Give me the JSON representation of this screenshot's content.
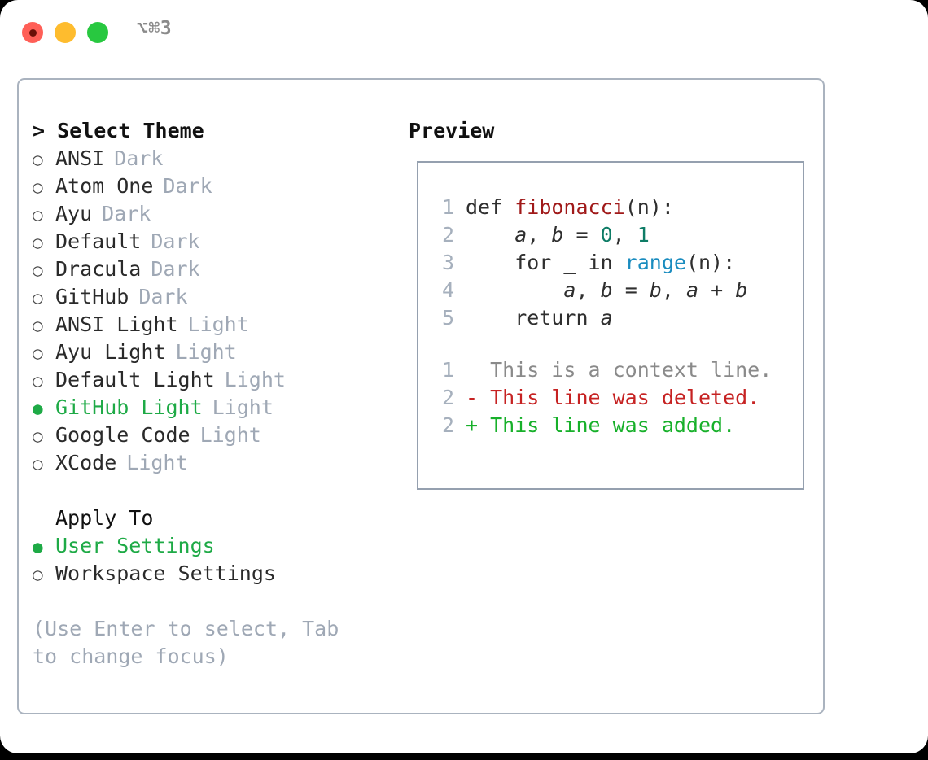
{
  "titlebar": {
    "shortcut": "⌥⌘3",
    "buttons": [
      {
        "name": "close",
        "color": "#ff5f57"
      },
      {
        "name": "minimize",
        "color": "#febc2e"
      },
      {
        "name": "maximize",
        "color": "#28c840"
      }
    ]
  },
  "theme_section": {
    "header": "> Select Theme",
    "items": [
      {
        "marker": "○",
        "label": "ANSI",
        "tag": "Dark",
        "selected": false
      },
      {
        "marker": "○",
        "label": "Atom One",
        "tag": "Dark",
        "selected": false
      },
      {
        "marker": "○",
        "label": "Ayu",
        "tag": "Dark",
        "selected": false
      },
      {
        "marker": "○",
        "label": "Default",
        "tag": "Dark",
        "selected": false
      },
      {
        "marker": "○",
        "label": "Dracula",
        "tag": "Dark",
        "selected": false
      },
      {
        "marker": "○",
        "label": "GitHub",
        "tag": "Dark",
        "selected": false
      },
      {
        "marker": "○",
        "label": "ANSI Light",
        "tag": "Light",
        "selected": false
      },
      {
        "marker": "○",
        "label": "Ayu Light",
        "tag": "Light",
        "selected": false
      },
      {
        "marker": "○",
        "label": "Default Light",
        "tag": "Light",
        "selected": false
      },
      {
        "marker": "●",
        "label": "GitHub Light",
        "tag": "Light",
        "selected": true
      },
      {
        "marker": "○",
        "label": "Google Code",
        "tag": "Light",
        "selected": false
      },
      {
        "marker": "○",
        "label": "XCode",
        "tag": "Light",
        "selected": false
      }
    ]
  },
  "apply_section": {
    "header": "Apply To",
    "items": [
      {
        "marker": "●",
        "label": "User Settings",
        "tag": "",
        "selected": true
      },
      {
        "marker": "○",
        "label": "Workspace Settings",
        "tag": "",
        "selected": false
      }
    ]
  },
  "hint": "(Use Enter to select, Tab to change focus)",
  "preview": {
    "title": "Preview",
    "code_lines": [
      {
        "lineno": "1",
        "tokens": [
          {
            "text": "def ",
            "type": "kw"
          },
          {
            "text": "fibonacci",
            "type": "fn"
          },
          {
            "text": "(n):",
            "type": "punct"
          }
        ]
      },
      {
        "lineno": "2",
        "tokens": [
          {
            "text": "    ",
            "type": "punct"
          },
          {
            "text": "a",
            "type": "var"
          },
          {
            "text": ", ",
            "type": "punct"
          },
          {
            "text": "b",
            "type": "var"
          },
          {
            "text": " = ",
            "type": "punct"
          },
          {
            "text": "0",
            "type": "num"
          },
          {
            "text": ", ",
            "type": "punct"
          },
          {
            "text": "1",
            "type": "num"
          }
        ]
      },
      {
        "lineno": "3",
        "tokens": [
          {
            "text": "    for _ in ",
            "type": "kw"
          },
          {
            "text": "range",
            "type": "bi"
          },
          {
            "text": "(n):",
            "type": "punct"
          }
        ]
      },
      {
        "lineno": "4",
        "tokens": [
          {
            "text": "        ",
            "type": "punct"
          },
          {
            "text": "a",
            "type": "var"
          },
          {
            "text": ", ",
            "type": "punct"
          },
          {
            "text": "b",
            "type": "var"
          },
          {
            "text": " = ",
            "type": "punct"
          },
          {
            "text": "b",
            "type": "var"
          },
          {
            "text": ", ",
            "type": "punct"
          },
          {
            "text": "a",
            "type": "var"
          },
          {
            "text": " + ",
            "type": "punct"
          },
          {
            "text": "b",
            "type": "var"
          }
        ]
      },
      {
        "lineno": "5",
        "tokens": [
          {
            "text": "    return ",
            "type": "kw"
          },
          {
            "text": "a",
            "type": "var"
          }
        ]
      }
    ],
    "diff_lines": [
      {
        "lineno": "1",
        "prefix": "  ",
        "text": "This is a context line.",
        "type": "context"
      },
      {
        "lineno": "2",
        "prefix": "- ",
        "text": "This line was deleted.",
        "type": "deleted"
      },
      {
        "lineno": "2",
        "prefix": "+ ",
        "text": "This line was added.",
        "type": "added"
      }
    ]
  },
  "colors": {
    "accent_green": "#1eaa46",
    "tag_gray": "#9fa8b5",
    "border": "#aab3bf",
    "preview_border": "#95a0af",
    "fn_red": "#a01919",
    "builtin_blue": "#1a8cbf",
    "number_teal": "#0e7c66",
    "diff_add": "#17b02a",
    "diff_del": "#c62222",
    "diff_ctx": "#8a8a8a"
  }
}
